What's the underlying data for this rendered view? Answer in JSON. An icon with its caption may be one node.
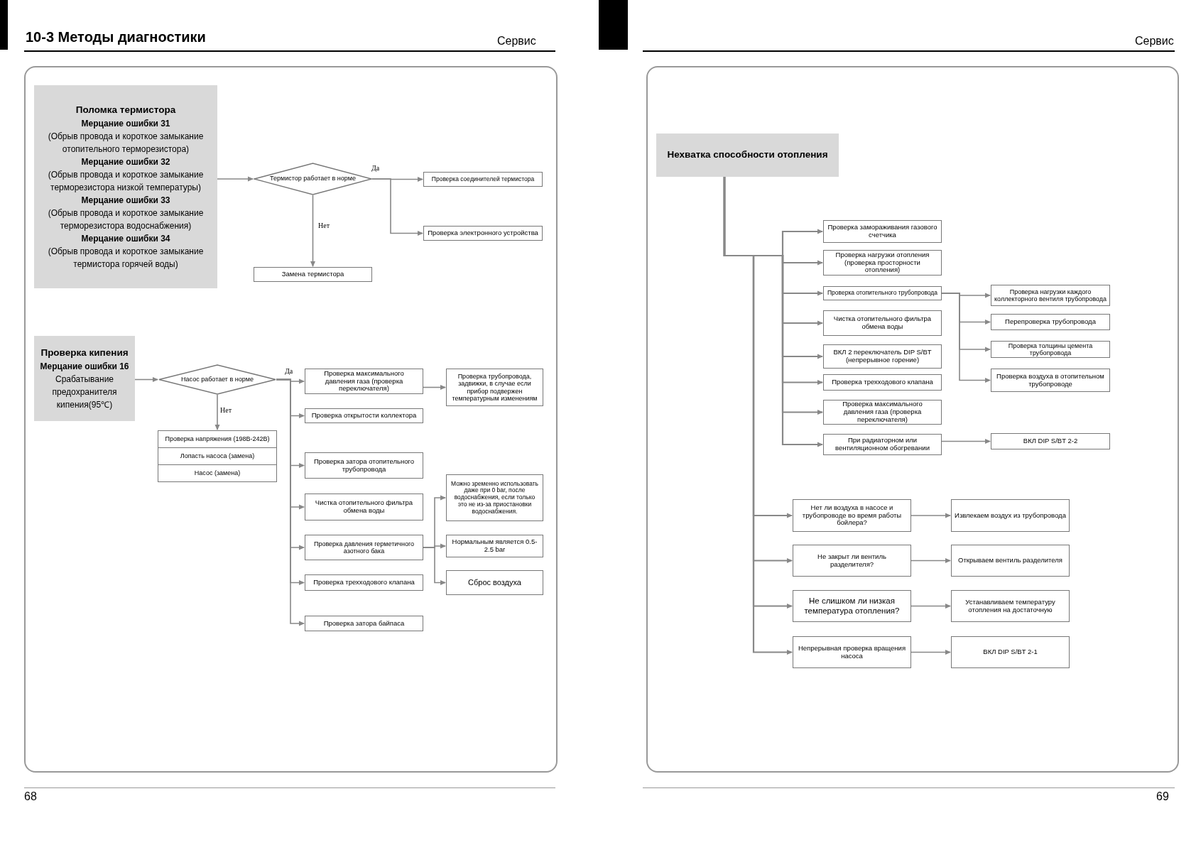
{
  "diagram": {
    "title": "10-3 Методы диагностики",
    "nodes": [
      {
        "text": [
          "Поломка термистора",
          "Мерцание ошибки 31",
          "(Обрыв провода и короткое замыкание отопительного терморезистора)",
          "Мерцание ошибки 32",
          "(Обрыв провода и короткое замыкание терморезистора низкой температуры)",
          "Мерцание ошибки 33",
          "(Обрыв провода и короткое замыкание терморезистора водоснабжения)",
          "Мерцание ошибки 34",
          "(Обрыв провода и короткое замыкание термистора горячей воды)"
        ]
      },
      {
        "text": [
          "Термистор работает в норме"
        ]
      },
      {
        "text": [
          "Проверка соединителей термистора"
        ]
      },
      {
        "text": [
          "Проверка электронного устройства"
        ]
      },
      {
        "text": [
          "Замена термистора"
        ]
      },
      {
        "text": [
          "Проверка кипения",
          "Мерцание ошибки 16",
          "Срабатывание предохранителя кипения(95℃)"
        ]
      },
      {
        "text": [
          "Насос работает в норме"
        ]
      },
      {
        "text": [
          "Проверка напряжения (198В-242В)",
          "Лопасть насоса (замена)",
          "Насос (замена)"
        ]
      },
      {
        "text": [
          "Проверка максимального давления газа (проверка переключателя)"
        ]
      },
      {
        "text": [
          "Проверка трубопровода, задвижки, в случае если прибор подвержен температурным изменениям"
        ]
      },
      {
        "text": [
          "Проверка открытости коллектора"
        ]
      },
      {
        "text": [
          "Проверка затора отопительного трубопровода"
        ]
      },
      {
        "text": [
          "Чистка отопительного фильтра обмена воды"
        ]
      },
      {
        "text": [
          "Проверка давления герметичного азотного бака"
        ]
      },
      {
        "text": [
          "Проверка трехходового клапана"
        ]
      },
      {
        "text": [
          "Проверка затора байпаса"
        ]
      },
      {
        "text": [
          "Можно зременно использовать даже при 0 bar, после водоснабжения, если только это не из-за приостановки водоснабжения."
        ]
      },
      {
        "text": [
          "Нормальным является 0.5-2.5 bar"
        ]
      },
      {
        "text": [
          "Сброс воздуха"
        ]
      },
      {
        "text": [
          "Нехватка способности отопления"
        ]
      },
      {
        "text": [
          "Проверка замораживания газового счетчика"
        ]
      },
      {
        "text": [
          "Проверка нагрузки отопления (проверка просторности отопления)"
        ]
      },
      {
        "text": [
          "Проверка отопительного трубопровода"
        ]
      },
      {
        "text": [
          "Чистка отопительного фильтра обмена воды"
        ]
      },
      {
        "text": [
          "ВКЛ 2 переключатель  DIP S/BT (непрерывное горение)"
        ]
      },
      {
        "text": [
          "Проверка трехходового клапана"
        ]
      },
      {
        "text": [
          "Проверка максимального давления газа (проверка переключателя)"
        ]
      },
      {
        "text": [
          "При радиаторном или вентиляционном обогревании"
        ]
      },
      {
        "text": [
          "Проверка нагрузки каждого коллекторного вентиля трубопровода"
        ]
      },
      {
        "text": [
          "Перепроверка трубопровода"
        ]
      },
      {
        "text": [
          "Проверка толщины цемента трубопровода"
        ]
      },
      {
        "text": [
          "Проверка воздуха в отопительном трубопроводе"
        ]
      },
      {
        "text": [
          "ВКЛ DIP S/BT 2-2"
        ]
      },
      {
        "text": [
          "Нет ли воздуха в насосе и трубопроводе во время работы бойлера?"
        ]
      },
      {
        "text": [
          "Извлекаем воздух из трубопровода"
        ]
      },
      {
        "text": [
          "Не закрыт ли вентиль разделителя?"
        ]
      },
      {
        "text": [
          "Открываем вентиль разделителя"
        ]
      },
      {
        "text": [
          "Не слишком ли низкая температура отопления?"
        ]
      },
      {
        "text": [
          "Устанавливаем температуру отопления на достаточную"
        ]
      },
      {
        "text": [
          "Непрерывная проверка вращения насоса"
        ]
      },
      {
        "text": [
          "ВКЛ DIP S/BT 2-1"
        ]
      }
    ],
    "edges": [
      {
        "from": 0,
        "to": 1,
        "arrow": "to"
      },
      {
        "from": 1,
        "to": 2,
        "arrow": "to",
        "label": "Да"
      },
      {
        "from": 1,
        "to": 3,
        "arrow": "to"
      },
      {
        "from": 1,
        "to": 4,
        "arrow": "to",
        "label": "Нет"
      },
      {
        "from": 5,
        "to": 6,
        "arrow": "to"
      },
      {
        "from": 6,
        "to": 8,
        "arrow": "to",
        "label": "Да"
      },
      {
        "from": 6,
        "to": 10,
        "arrow": "to"
      },
      {
        "from": 6,
        "to": 11,
        "arrow": "to"
      },
      {
        "from": 6,
        "to": 12,
        "arrow": "to"
      },
      {
        "from": 6,
        "to": 13,
        "arrow": "to"
      },
      {
        "from": 6,
        "to": 14,
        "arrow": "to"
      },
      {
        "from": 6,
        "to": 15,
        "arrow": "to"
      },
      {
        "from": 6,
        "to": 7,
        "arrow": "to",
        "label": "Нет"
      },
      {
        "from": 8,
        "to": 9,
        "arrow": "to"
      },
      {
        "from": 13,
        "to": 16,
        "arrow": "to"
      },
      {
        "from": 13,
        "to": 17,
        "arrow": "to"
      },
      {
        "from": 13,
        "to": 18,
        "arrow": "to"
      },
      {
        "from": 19,
        "to": 20,
        "arrow": "to"
      },
      {
        "from": 19,
        "to": 21,
        "arrow": "to"
      },
      {
        "from": 19,
        "to": 22,
        "arrow": "to"
      },
      {
        "from": 19,
        "to": 23,
        "arrow": "to"
      },
      {
        "from": 19,
        "to": 24,
        "arrow": "to"
      },
      {
        "from": 19,
        "to": 25,
        "arrow": "to"
      },
      {
        "from": 19,
        "to": 26,
        "arrow": "to"
      },
      {
        "from": 19,
        "to": 27,
        "arrow": "to"
      },
      {
        "from": 22,
        "to": 28,
        "arrow": "to"
      },
      {
        "from": 22,
        "to": 29,
        "arrow": "to"
      },
      {
        "from": 22,
        "to": 30,
        "arrow": "to"
      },
      {
        "from": 22,
        "to": 31,
        "arrow": "to"
      },
      {
        "from": 27,
        "to": 32,
        "arrow": "to"
      },
      {
        "from": 19,
        "to": 33,
        "arrow": "to"
      },
      {
        "from": 19,
        "to": 35,
        "arrow": "to"
      },
      {
        "from": 19,
        "to": 37,
        "arrow": "to"
      },
      {
        "from": 19,
        "to": 39,
        "arrow": "to"
      },
      {
        "from": 33,
        "to": 34,
        "arrow": "to"
      },
      {
        "from": 35,
        "to": 36,
        "arrow": "to"
      },
      {
        "from": 37,
        "to": 38,
        "arrow": "to"
      },
      {
        "from": 39,
        "to": 40,
        "arrow": "to"
      }
    ],
    "labels": [
      "Сервис",
      "Сервис",
      "68",
      "69"
    ]
  }
}
